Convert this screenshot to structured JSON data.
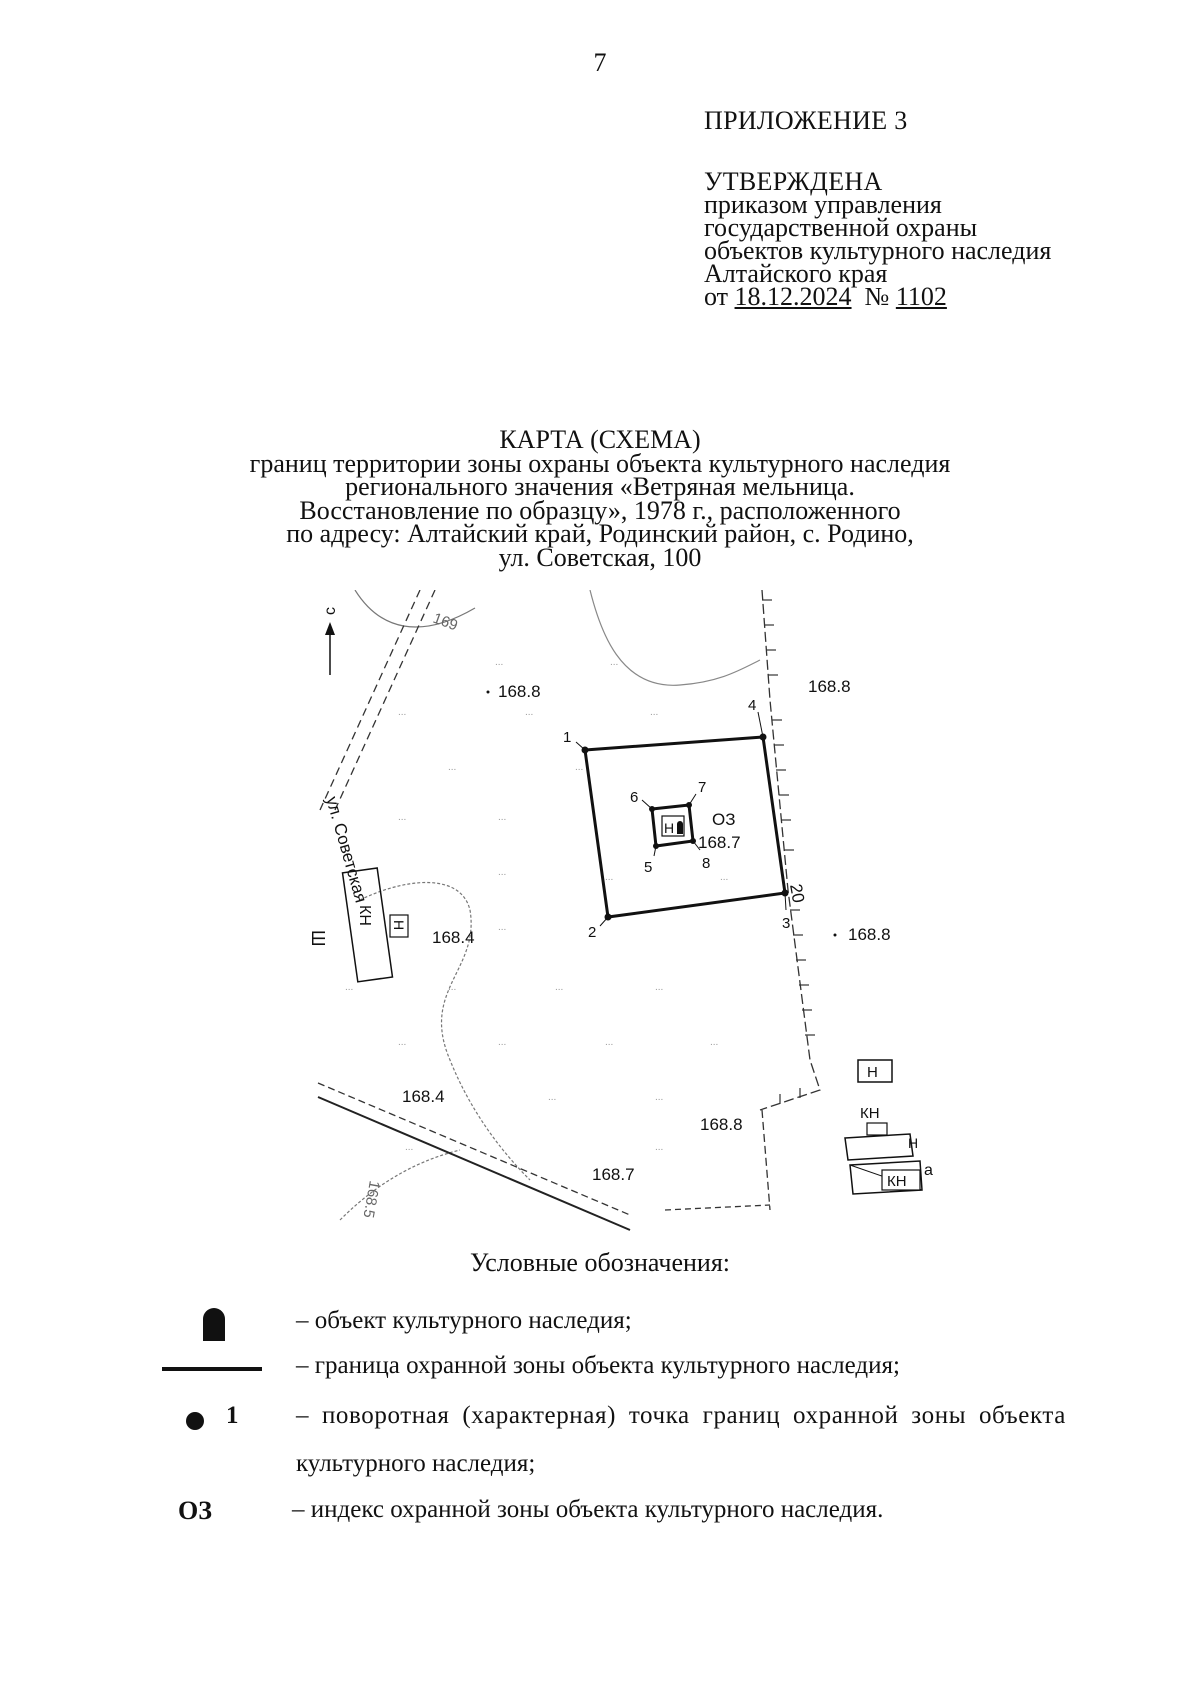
{
  "page_number": "7",
  "appendix": "ПРИЛОЖЕНИЕ 3",
  "approval": {
    "approved": "УТВЕРЖДЕНА",
    "line1": "приказом управления",
    "line2": "государственной охраны",
    "line3": "объектов культурного наследия",
    "line4": "Алтайского края",
    "date_prefix": "от",
    "date": "18.12.2024",
    "number_prefix": "№",
    "number": "1102"
  },
  "title": {
    "heading": "КАРТА (СХЕМА)",
    "line1": "границ территории зоны охраны объекта культурного наследия",
    "line2": "регионального значения «Ветряная мельница.",
    "line3": "Восстановление по образцу», 1978 г., расположенного",
    "line4": "по адресу: Алтайский край, Родинский район, с. Родино,",
    "line5": "ул. Советская, 100"
  },
  "map": {
    "north_label": "с",
    "street_label": "ул. Советская",
    "zone_index": "ОЗ",
    "object_label": "Н",
    "elevations": {
      "top_left": "168.8",
      "top_right": "168.8",
      "center": "168.7",
      "left": "168.4",
      "right": "168.8",
      "bottom_left": "168.4",
      "bottom_center": "168.7",
      "bottom_right": "168.8"
    },
    "contours": {
      "c169": "169",
      "c1685": "168.5",
      "road_value": "20"
    },
    "points": {
      "p1": "1",
      "p2": "2",
      "p3": "3",
      "p4": "4",
      "p5": "5",
      "p6": "6",
      "p7": "7",
      "p8": "8"
    },
    "buildings": {
      "kn_left": "КН",
      "n_left": "Н",
      "sh_left": "Ш",
      "n_right": "Н",
      "kn_bottom1": "КН",
      "n_bottom": "Н",
      "kn_bottom2": "КН",
      "a_bottom": "а"
    }
  },
  "legend": {
    "title": "Условные обозначения:",
    "items": [
      {
        "text": "– объект культурного наследия;"
      },
      {
        "text": "– граница охранной зоны объекта культурного наследия;"
      },
      {
        "symbol": "1",
        "text": "– поворотная (характерная) точка границ охранной зоны объекта",
        "text_cont": "культурного наследия;"
      },
      {
        "symbol": "ОЗ",
        "text": "– индекс охранной зоны объекта культурного наследия."
      }
    ]
  }
}
